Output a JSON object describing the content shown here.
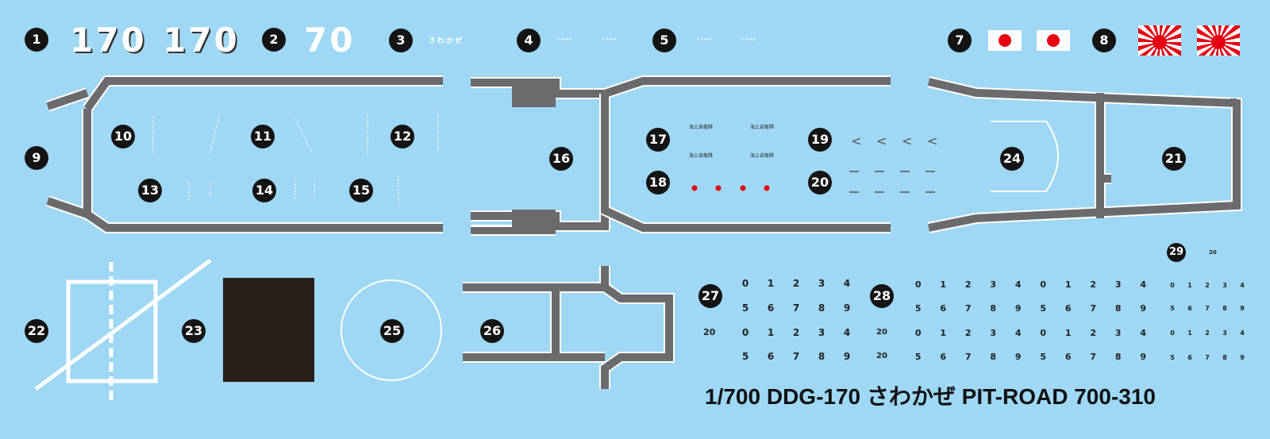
{
  "sheet": {
    "hull_number_large": "170",
    "hull_number_short": "70",
    "ship_name_kana": "さわかぜ",
    "marking_kanji": "海上自衛隊",
    "small_marks_4": "ε≡≡≡",
    "small_marks_5": "ε≡≡≡",
    "chevron": "<",
    "title": "1/700 DDG-170 さわかぜ PIT-ROAD 700-310",
    "label_20": "20"
  },
  "badges": [
    "1",
    "2",
    "3",
    "4",
    "5",
    "7",
    "8",
    "9",
    "10",
    "11",
    "12",
    "13",
    "14",
    "15",
    "16",
    "17",
    "18",
    "19",
    "20",
    "21",
    "22",
    "23",
    "24",
    "25",
    "26",
    "27",
    "28",
    "29"
  ],
  "digits": {
    "row_a": [
      "0",
      "1",
      "2",
      "3",
      "4"
    ],
    "row_b": [
      "5",
      "6",
      "7",
      "8",
      "9"
    ],
    "row_long_a": [
      "0",
      "1",
      "2",
      "3",
      "4",
      "0",
      "1",
      "2",
      "3",
      "4"
    ],
    "row_long_b": [
      "5",
      "6",
      "7",
      "8",
      "9",
      "5",
      "6",
      "7",
      "8",
      "9"
    ]
  },
  "colors": {
    "background": "#9ed8f4",
    "deck_gray": "#6b6b6e",
    "badge": "#141414",
    "flag_red": "#e60012",
    "dark_block": "#2b1f1c"
  }
}
